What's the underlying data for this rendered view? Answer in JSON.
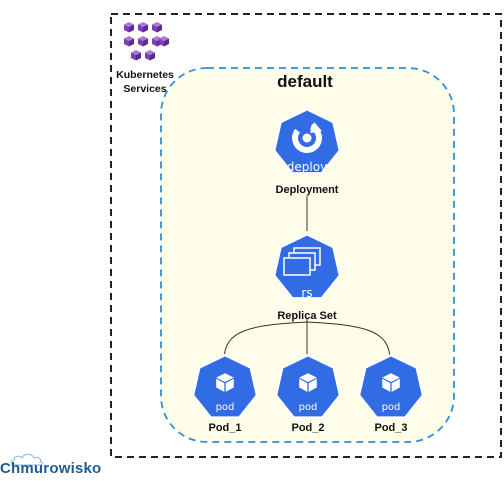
{
  "outer_group": {
    "service_label_line1": "Kubernetes",
    "service_label_line2": "Services",
    "icon": "kubernetes-services-cubes-icon"
  },
  "namespace": {
    "title": "default"
  },
  "deployment": {
    "icon_text": "deploy",
    "label": "Deployment",
    "icon": "deployment-refresh-icon"
  },
  "replicaset": {
    "icon_text": "rs",
    "label": "Replica Set",
    "icon": "replicaset-stack-icon"
  },
  "pods": [
    {
      "icon_text": "pod",
      "label": "Pod_1",
      "icon": "pod-cube-icon"
    },
    {
      "icon_text": "pod",
      "label": "Pod_2",
      "icon": "pod-cube-icon"
    },
    {
      "icon_text": "pod",
      "label": "Pod_3",
      "icon": "pod-cube-icon"
    }
  ],
  "brand": {
    "name": "Chmurowisko",
    "icon": "cloud-icon"
  },
  "colors": {
    "k8s_blue": "#326ce5",
    "namespace_fill": "#fdfde9",
    "namespace_border": "#2f8fd8",
    "services_purple": "#7b3fb5",
    "brand_blue": "#1f5a91"
  }
}
